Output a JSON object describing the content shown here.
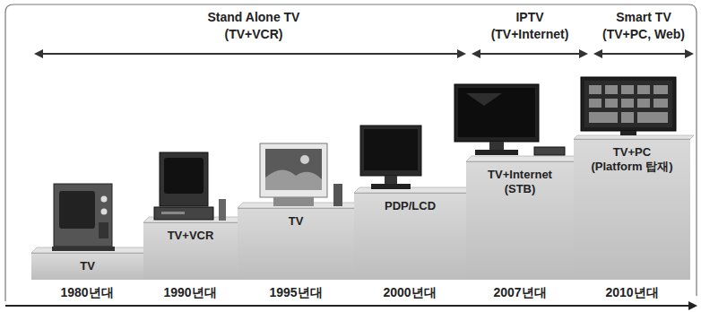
{
  "diagram": {
    "nodes": [
      {
        "text": [
          "TV"
        ]
      },
      {
        "text": [
          "TV+VCR"
        ]
      },
      {
        "text": [
          "TV"
        ]
      },
      {
        "text": [
          "PDP/LCD"
        ]
      },
      {
        "text": [
          "TV+Internet (STB)"
        ]
      },
      {
        "text": [
          "TV+PC (Platform 탑재)"
        ]
      }
    ],
    "labels": [
      "Stand Alone TV",
      "(TV+VCR)",
      "IPTV",
      "(TV+Internet)",
      "Smart TV",
      "(TV+PC, Web)",
      "1980년대",
      "1990년대",
      "1995년대",
      "2000년대",
      "2007년대",
      "2010년대"
    ]
  }
}
